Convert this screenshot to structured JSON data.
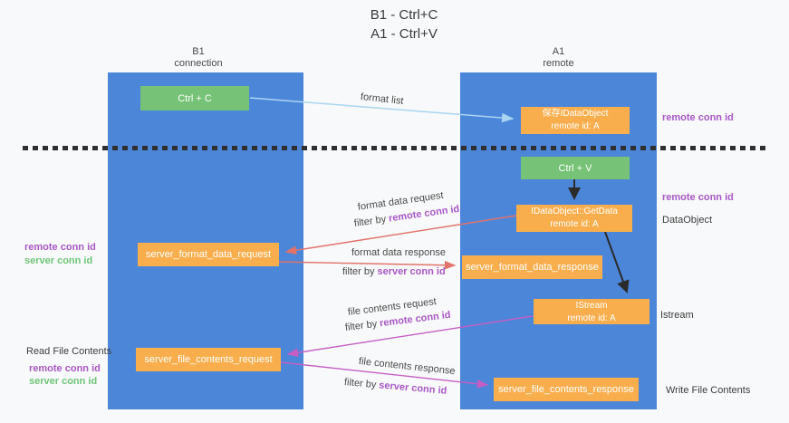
{
  "title": {
    "line1": "B1 - Ctrl+C",
    "line2": "A1 - Ctrl+V"
  },
  "columns": {
    "left": {
      "name": "B1",
      "role": "connection"
    },
    "right": {
      "name": "A1",
      "role": "remote"
    }
  },
  "boxes": {
    "ctrl_c": {
      "label": "Ctrl + C"
    },
    "save_idataobject": {
      "line1": "保存IDataObject",
      "line2": "remote id: A"
    },
    "ctrl_v": {
      "label": "Ctrl + V"
    },
    "getdata": {
      "line1": "IDataObject::GetData",
      "line2": "remote id: A"
    },
    "format_request": {
      "label": "server_format_data_request"
    },
    "format_response": {
      "label": "server_format_data_response"
    },
    "istream": {
      "line1": "IStream",
      "line2": "remote id: A"
    },
    "file_request": {
      "label": "server_file_contents_request"
    },
    "file_response": {
      "label": "server_file_contents_response"
    }
  },
  "flow_labels": {
    "format_list": "format list",
    "format_data_request": "format data request",
    "format_data_request_filter": {
      "prefix": "filter by",
      "highlight": "remote conn id"
    },
    "format_data_response": "format data response",
    "format_data_response_filter": {
      "prefix": "filter by",
      "highlight": "server conn id"
    },
    "file_contents_request": "file contents request",
    "file_contents_request_filter": {
      "prefix": "filter by",
      "highlight": "remote conn id"
    },
    "file_contents_response": "file contents response",
    "file_contents_response_filter": {
      "prefix": "filter by",
      "highlight": "server conn id"
    }
  },
  "annotations": {
    "left_top": {
      "remote": "remote conn id",
      "server": "server conn id"
    },
    "left_bottom": {
      "title": "Read File Contents",
      "remote": "remote conn id",
      "server": "server conn id"
    },
    "right": {
      "top_remote": "remote conn id",
      "mid_remote": "remote conn id",
      "dataobject": "DataObject",
      "istream": "Istream",
      "write_file": "Write File Contents"
    }
  },
  "colors": {
    "background": "#f8f9fa",
    "lane_blue": "#4c86d9",
    "box_green": "#76c276",
    "box_orange": "#f9ae4d",
    "arrow_light_blue": "#a9d5f2",
    "arrow_red": "#e0736b",
    "arrow_magenta": "#c45ec4",
    "arrow_black": "#2b2b2b",
    "text_purple": "#a858c5",
    "text_green": "#6fc578",
    "separator": "#2f2f2f"
  }
}
